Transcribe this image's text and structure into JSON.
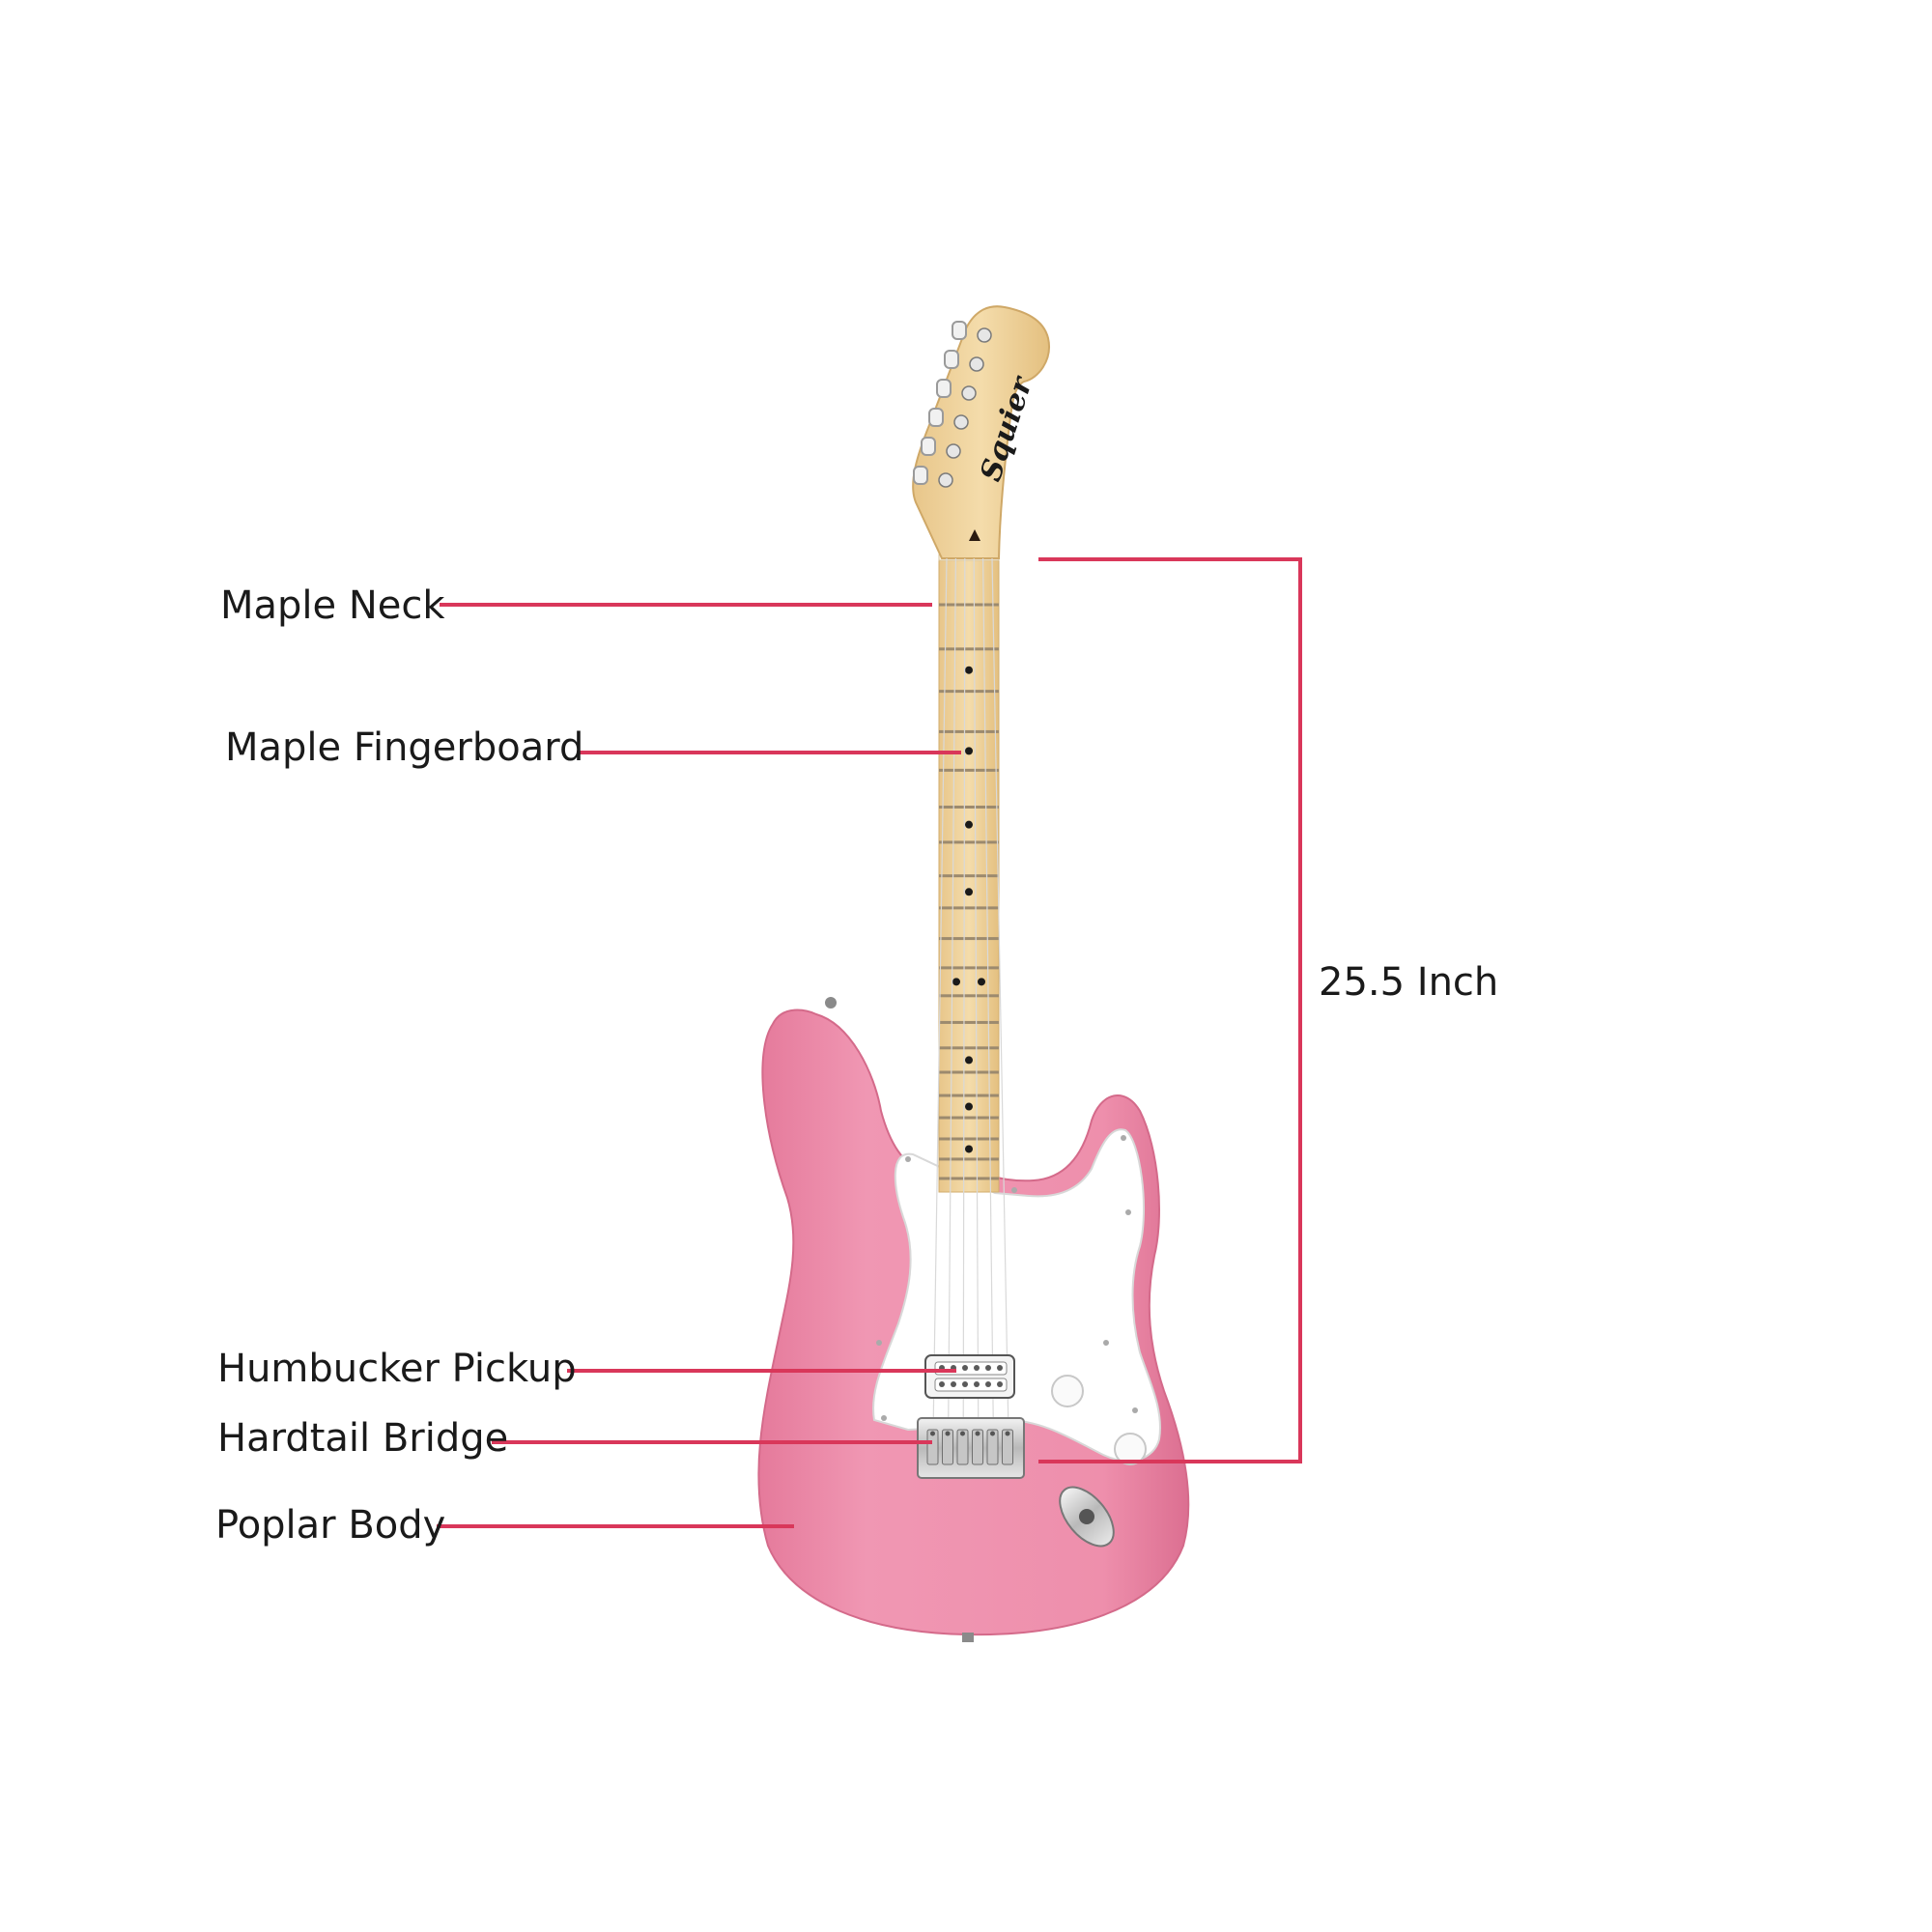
{
  "labels": {
    "maple_neck": "Maple Neck",
    "maple_fingerboard": "Maple Fingerboard",
    "humbucker_pickup": "Humbucker Pickup",
    "hardtail_bridge": "Hardtail Bridge",
    "poplar_body": "Poplar Body",
    "scale_length": "25.5 Inch"
  },
  "headstock_brand": "Squier",
  "colors": {
    "body": "#ee8fac",
    "leader": "#d9375a",
    "maple": "#f0d29a",
    "pickguard": "#ffffff"
  }
}
